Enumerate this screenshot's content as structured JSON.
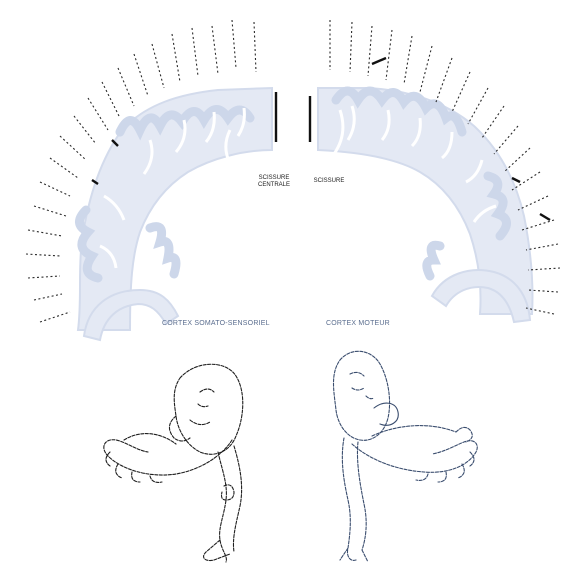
{
  "labels": {
    "left_caption": "CORTEX SOMATO-SENSORIEL",
    "right_caption": "CORTEX MOTEUR",
    "left_sulcus": "SCISSURE CENTRALE",
    "right_sulcus": "SCISSURE"
  },
  "colors": {
    "cortex_fill": "#e4e9f4",
    "cortex_edge": "#d3dbec",
    "caption_text": "#5a6d8e",
    "ink": "#1e1e1e",
    "motor_ink": "#3a4d6e"
  }
}
